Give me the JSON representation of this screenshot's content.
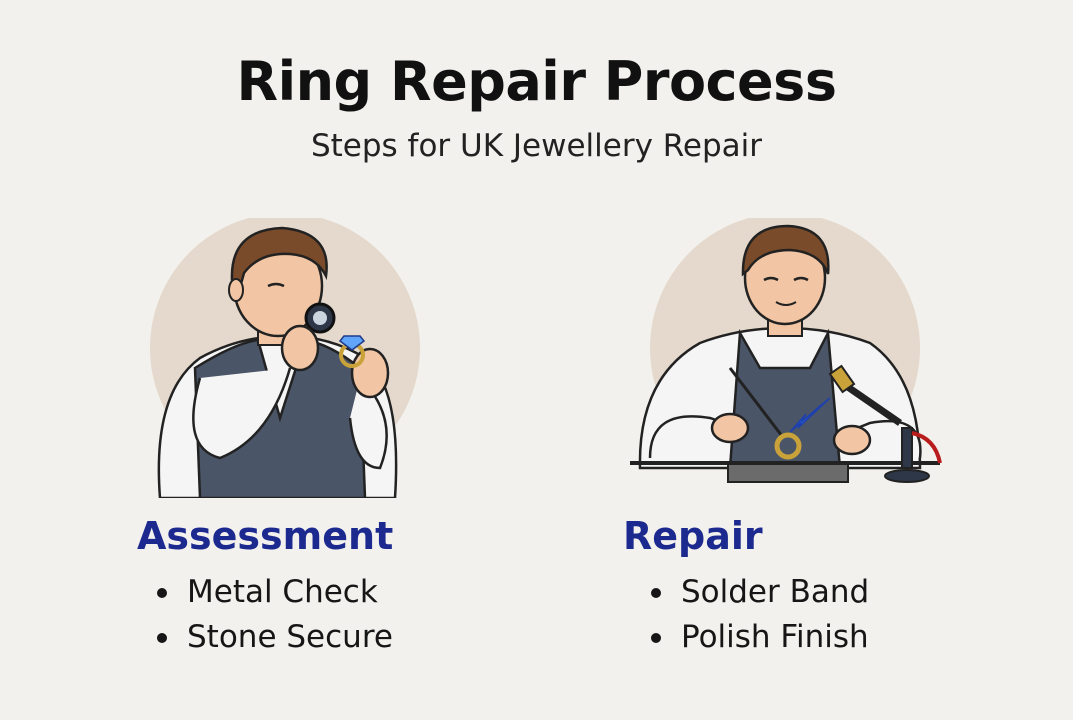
{
  "header": {
    "title": "Ring Repair Process",
    "subtitle": "Steps for UK Jewellery Repair"
  },
  "steps": [
    {
      "heading": "Assessment",
      "illustration": "jeweller-inspecting-ring-with-loupe",
      "items": [
        "Metal Check",
        "Stone Secure"
      ]
    },
    {
      "heading": "Repair",
      "illustration": "jeweller-soldering-ring-with-torch",
      "items": [
        "Solder Band",
        "Polish Finish"
      ]
    }
  ],
  "colors": {
    "background": "#f3f1ed",
    "heading": "#1c2a8f",
    "circle": "#e4d9cc",
    "vest": "#4a5568",
    "hair": "#7a4b2a",
    "skin": "#f2c6a4",
    "gold": "#c9a23a",
    "flame": "#3b82f6"
  }
}
